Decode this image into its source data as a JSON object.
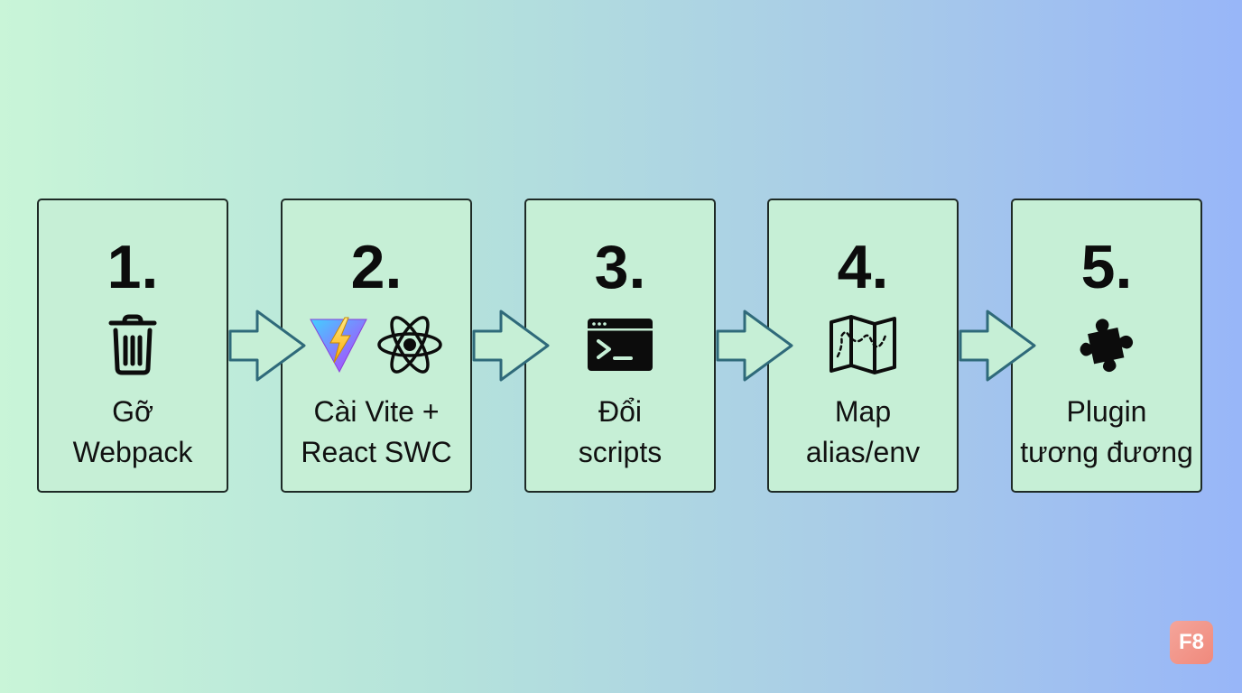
{
  "steps": [
    {
      "number": "1.",
      "label": "Gỡ\nWebpack",
      "icons": [
        "trash-icon"
      ]
    },
    {
      "number": "2.",
      "label": "Cài Vite +\nReact SWC",
      "icons": [
        "vite-logo-icon",
        "react-logo-icon"
      ]
    },
    {
      "number": "3.",
      "label": "Đổi\nscripts",
      "icons": [
        "terminal-icon"
      ]
    },
    {
      "number": "4.",
      "label": "Map\nalias/env",
      "icons": [
        "map-icon"
      ]
    },
    {
      "number": "5.",
      "label": "Plugin\ntương đương",
      "icons": [
        "puzzle-piece-icon"
      ]
    }
  ],
  "logo": {
    "text": "F8"
  },
  "colors": {
    "card_fill": "#c6efd6",
    "card_border": "#1e2a26",
    "arrow_fill": "#c6efd6",
    "arrow_stroke": "#2f6a7a",
    "logo_bg": "#f0897c"
  }
}
